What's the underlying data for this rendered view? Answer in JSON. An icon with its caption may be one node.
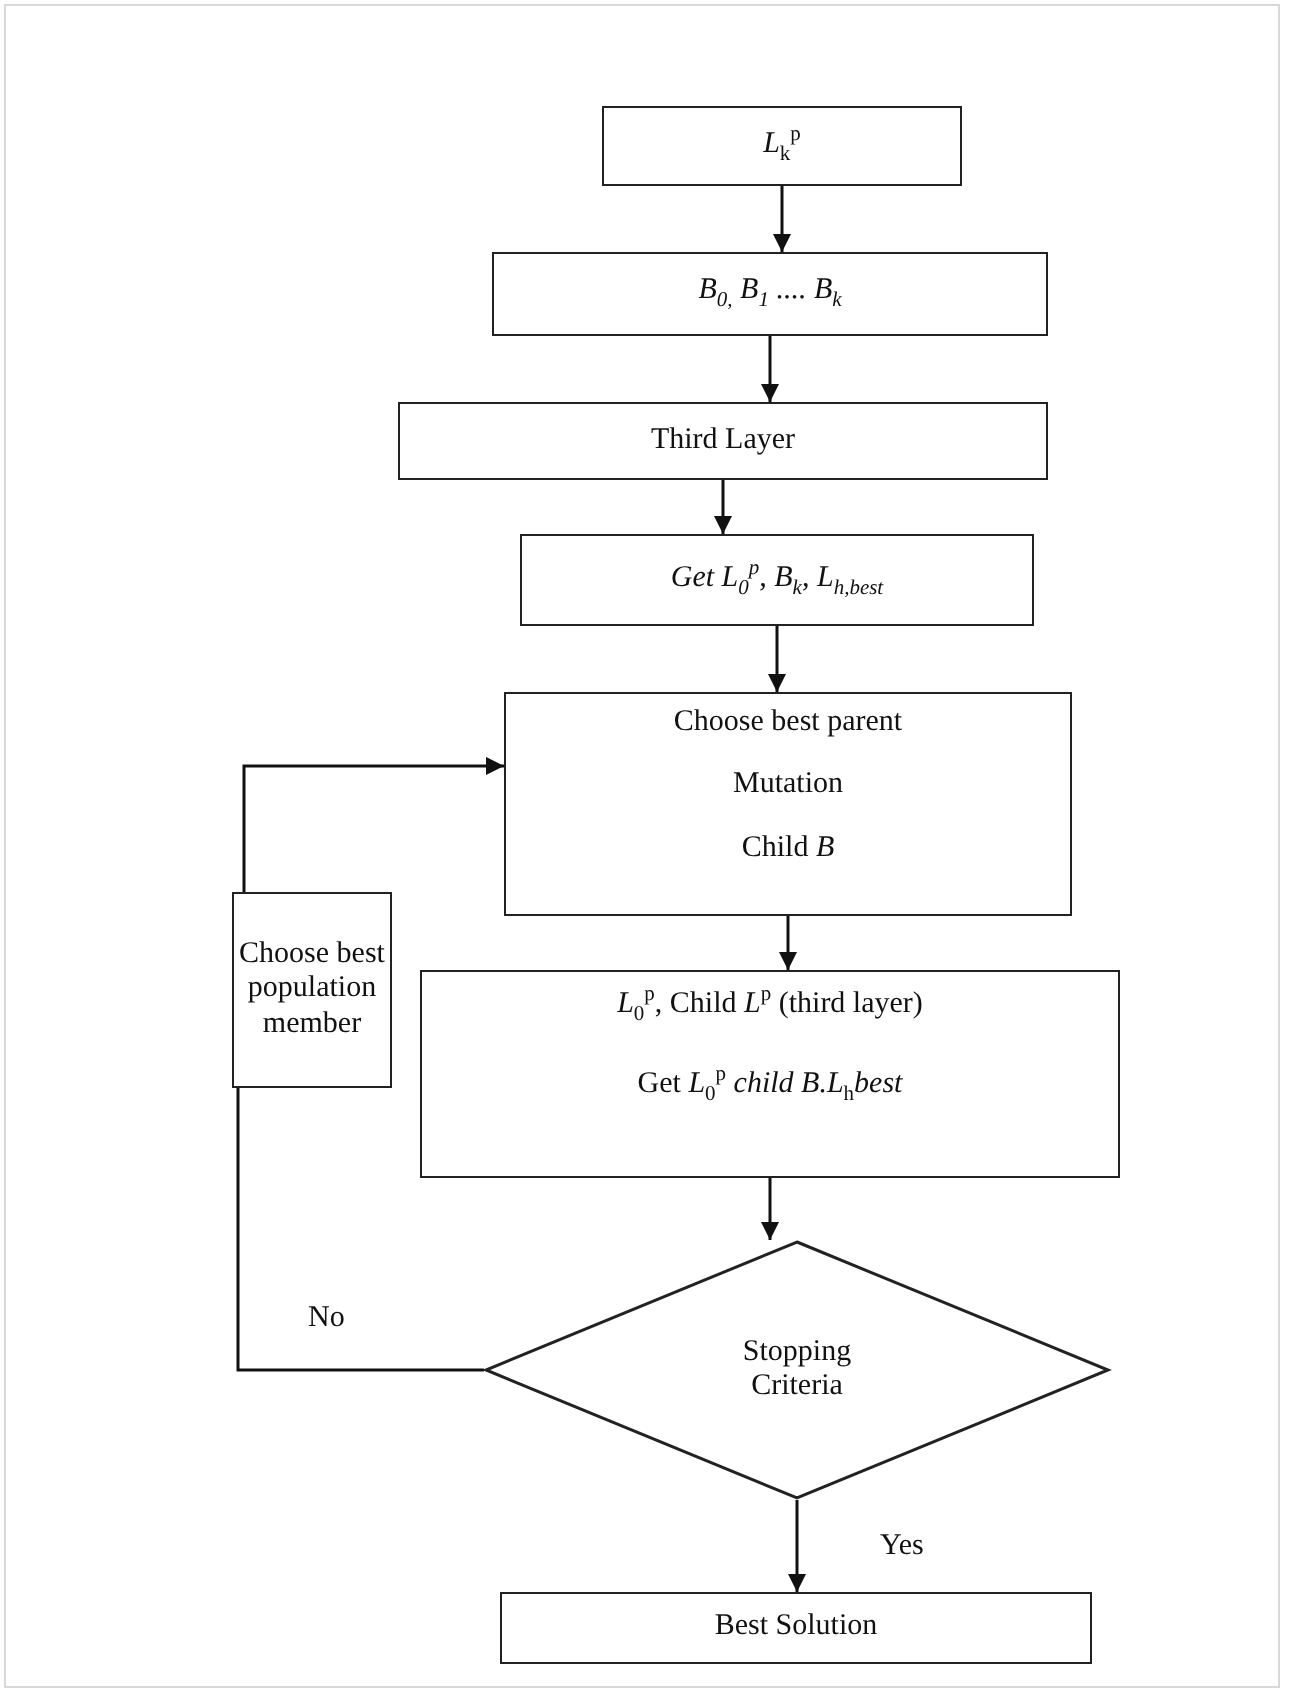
{
  "diagram": {
    "nodes": [
      {
        "text": [
          "*L*$_{k}$$^{p}$"
        ]
      },
      {
        "text": [
          "*B*$_{0,}$ *B*$_{1}$ *....* *B*$_{k}$"
        ]
      },
      {
        "text": [
          "Third Layer"
        ]
      },
      {
        "text": [
          "*Get L*$_{0}$$^{p}$*, B*$_{k}$*, L*$_{h,best}$"
        ]
      },
      {
        "text": [
          "Choose best parent",
          "Mutation",
          "Child *B*"
        ]
      },
      {
        "text": [
          "Choose best population member"
        ]
      },
      {
        "text": [
          "*L*$_{0}$$^{p}$, Child *L*$^{p}$ (third layer)",
          "Get *L*$_{0}$$^{p}$ *child B.L*$_{h}$*best*"
        ]
      },
      {
        "text": [
          "Stopping Criteria"
        ]
      },
      {
        "text": [
          "Best Solution"
        ]
      }
    ],
    "edges": [
      {
        "from": 0,
        "to": 1,
        "arrow": "to"
      },
      {
        "from": 1,
        "to": 2,
        "arrow": "to"
      },
      {
        "from": 2,
        "to": 3,
        "arrow": "to"
      },
      {
        "from": 3,
        "to": 4,
        "arrow": "to"
      },
      {
        "from": 4,
        "to": 6,
        "arrow": "to"
      },
      {
        "from": 6,
        "to": 7,
        "arrow": "to"
      },
      {
        "from": 7,
        "to": 5,
        "arrow": "none",
        "label": "No"
      },
      {
        "from": 5,
        "to": 4,
        "arrow": "to"
      },
      {
        "from": 7,
        "to": 8,
        "arrow": "to",
        "label": "Yes"
      }
    ]
  }
}
